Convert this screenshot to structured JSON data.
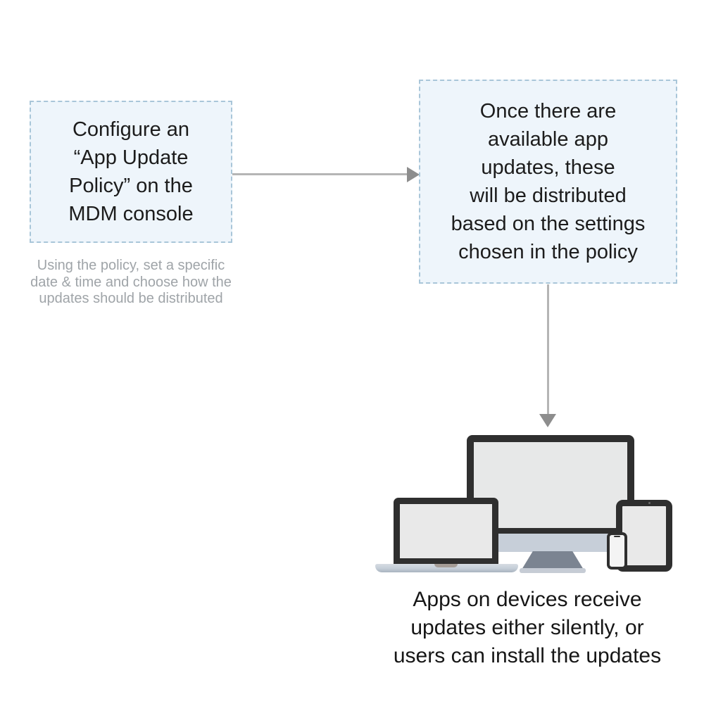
{
  "colors": {
    "background": "#ffffff",
    "box_background": "#eef5fb",
    "box_border": "#a9c6d9",
    "text_dark": "#1c1c1c",
    "text_muted": "#9fa4a8",
    "arrow_line": "#b5b5b5",
    "arrow_head": "#8d8d8d",
    "device_frame": "#2f2f2f",
    "device_screen": "#e8e8e8",
    "monitor_chin": "#c7cfd9",
    "monitor_stand": "#7b8491",
    "laptop_base": "#c4cdd7"
  },
  "flow": {
    "step1": {
      "lines": [
        "Configure an",
        "“App Update",
        "Policy” on the",
        "MDM console"
      ]
    },
    "step1_note": {
      "lines": [
        "Using the policy, set a specific",
        "date & time and choose how the",
        "updates should be distributed"
      ]
    },
    "step2": {
      "lines": [
        "Once there are",
        "available app",
        "updates, these",
        "will be distributed",
        "based on the settings",
        "chosen in the policy"
      ]
    },
    "devices_caption": {
      "lines": [
        "Apps on devices receive",
        "updates either silently, or",
        "users can install the updates"
      ]
    },
    "devices": {
      "icons": [
        "desktop-monitor-icon",
        "laptop-icon",
        "tablet-icon",
        "smartphone-icon"
      ]
    }
  }
}
